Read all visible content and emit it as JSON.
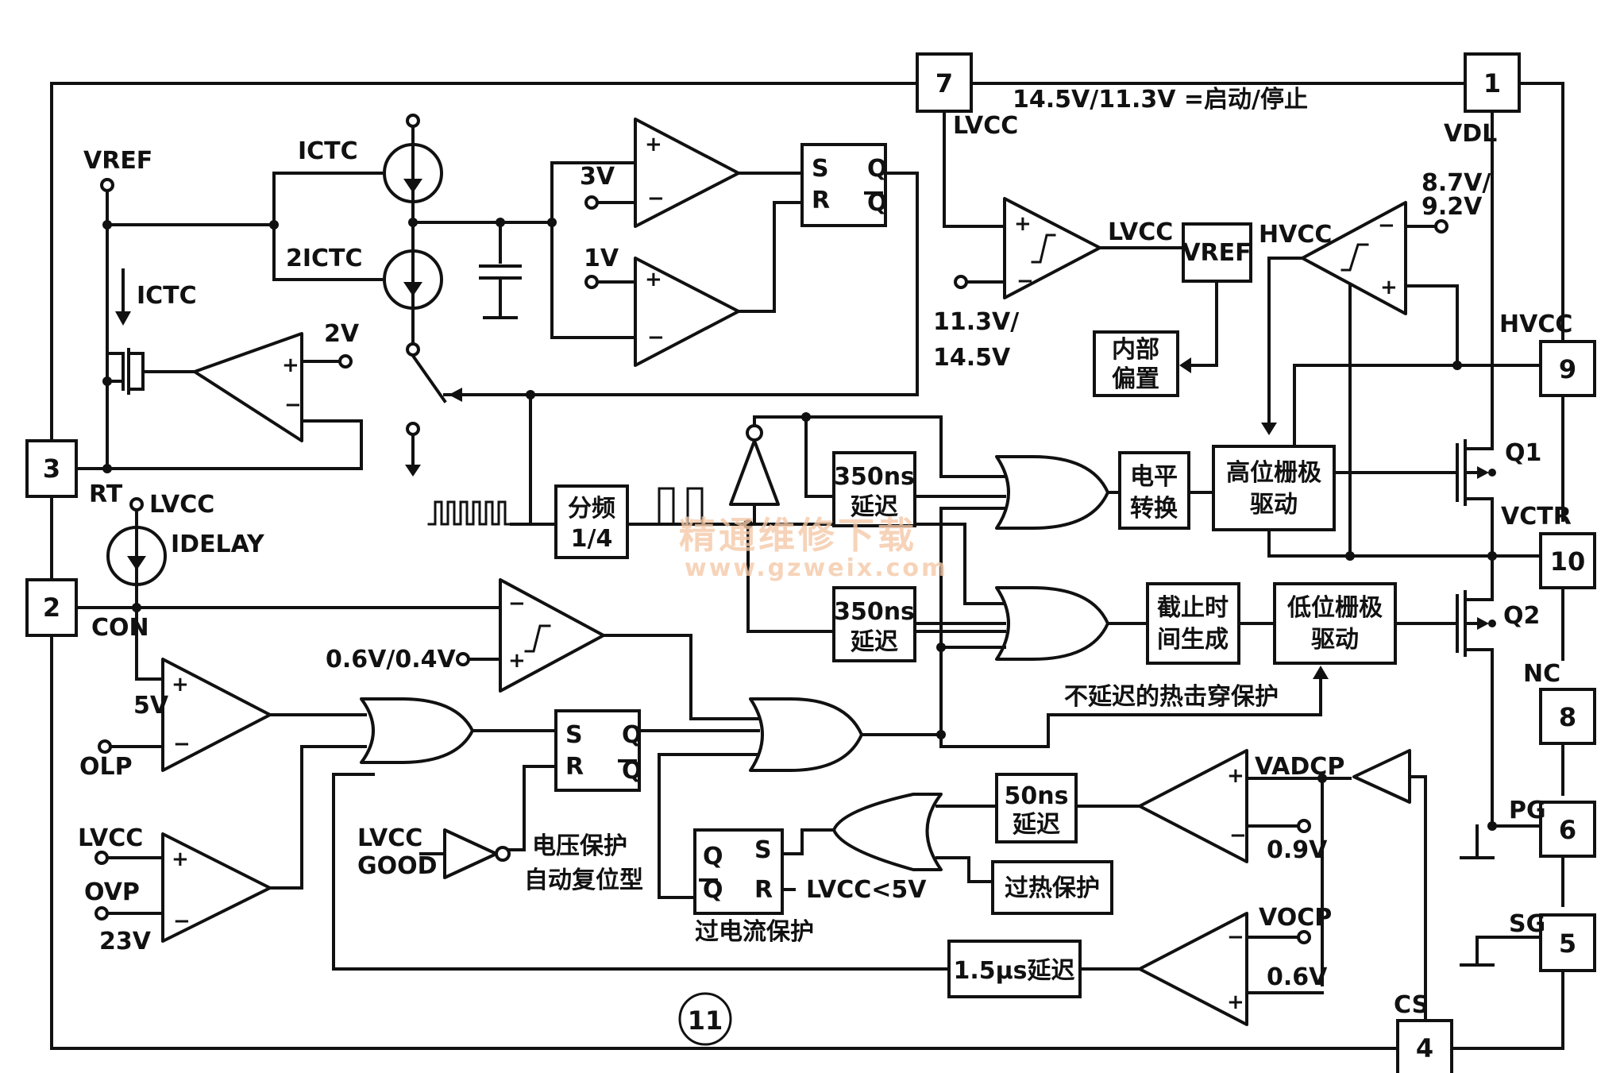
{
  "pins": {
    "p7": "7",
    "p1": "1",
    "p3": "3",
    "p2": "2",
    "p9": "9",
    "p10": "10",
    "p8": "8",
    "p6": "6",
    "p5": "5",
    "p4": "4"
  },
  "labels": {
    "startstop": "14.5V/11.3V =启动/停止",
    "vref": "VREF",
    "ictc_top": "ICTC",
    "twoictc": "2ICTC",
    "ictc_arrow": "ICTC",
    "v2": "2V",
    "v3": "3V",
    "v1": "1V",
    "sr_top_s": "S",
    "sr_top_r": "R",
    "sr_top_q": "Q",
    "sr_top_qb": "Q",
    "lvcc_pin7": "LVCC",
    "lvcc_out": "LVCC",
    "vref_block": "VREF",
    "hvcc_cmp": "HVCC",
    "v87": "8.7V/",
    "v92": "9.2V",
    "vdl": "VDL",
    "v113": "11.3V/",
    "v145": "14.5V",
    "bias1": "内部",
    "bias2": "偏置",
    "hvcc_pin": "HVCC",
    "rt": "RT",
    "lvcc_idelay": "LVCC",
    "idelay": "IDELAY",
    "con": "CON",
    "div1": "分频",
    "div2": "1/4",
    "d350a1": "350ns",
    "d350a2": "延迟",
    "d350b1": "350ns",
    "d350b2": "延迟",
    "lvl1": "电平",
    "lvl2": "转换",
    "hgd1": "高位栅极",
    "hgd2": "驱动",
    "q1": "Q1",
    "vctr": "VCTR",
    "cut1": "截止时",
    "cut2": "间生成",
    "lgd1": "低位栅极",
    "lgd2": "驱动",
    "q2": "Q2",
    "v06": "0.6V/0.4V",
    "v5": "5V",
    "olp": "OLP",
    "nodelay": "不延迟的热击穿保护",
    "nc": "NC",
    "sr_mid_s": "S",
    "sr_mid_r": "R",
    "sr_mid_q": "Q",
    "sr_mid_qb": "Q",
    "vadcp": "VADCP",
    "d50_1": "50ns",
    "d50_2": "延迟",
    "pg": "PG",
    "lvcc_ovp": "LVCC",
    "ovp": "OVP",
    "v23": "23V",
    "lvcc_good1": "LVCC",
    "lvcc_good2": "GOOD",
    "vprot1": "电压保护",
    "vprot2": "自动复位型",
    "sr_oc_q": "Q",
    "sr_oc_qb": "Q",
    "sr_oc_s": "S",
    "sr_oc_r": "R",
    "lvcc5": "LVCC<5V",
    "overheat": "过热保护",
    "v09": "0.9V",
    "sg": "SG",
    "overcur": "过电流保护",
    "vocp": "VOCP",
    "d15": "1.5μs延迟",
    "v06b": "0.6V",
    "cs": "CS",
    "figno": "11"
  },
  "watermark": {
    "cn": "精通维修下载",
    "url": "www.gzweix.com"
  }
}
